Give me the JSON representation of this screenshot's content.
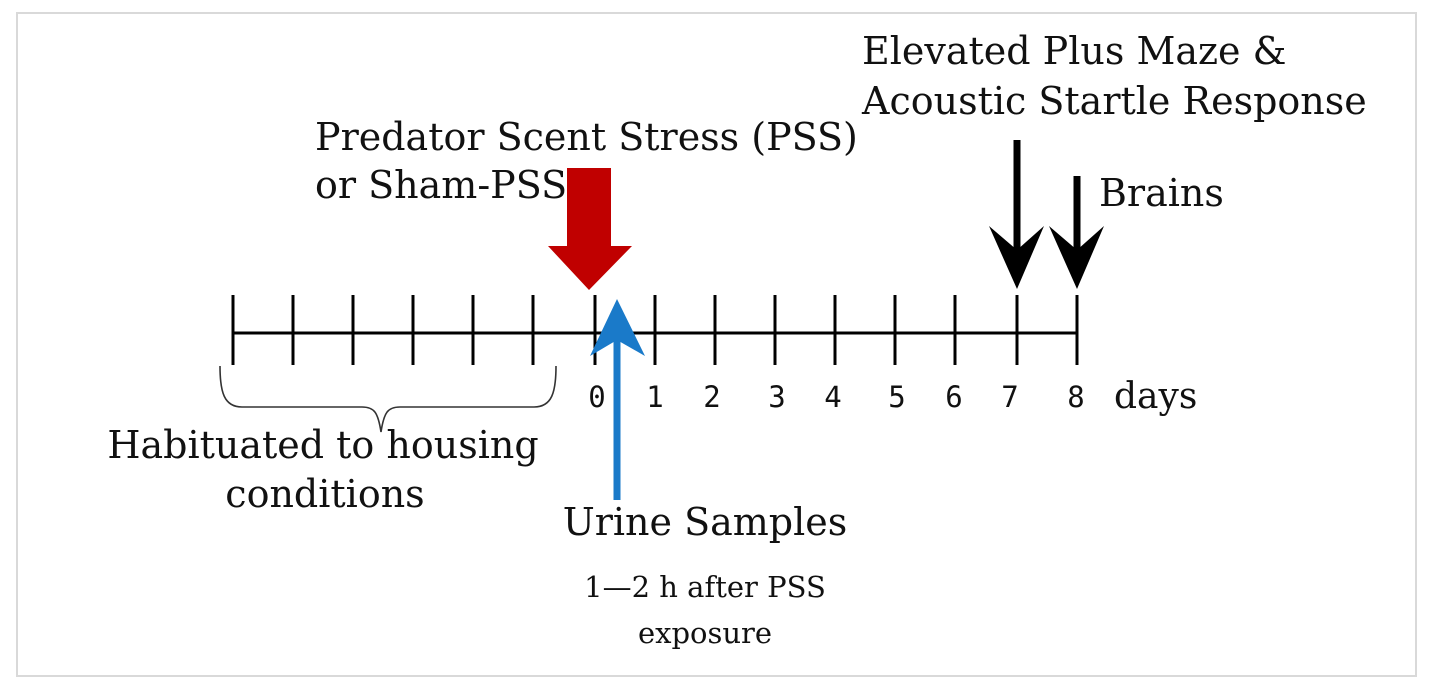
{
  "labels": {
    "epm_line1": "Elevated Plus Maze  &",
    "epm_line2": "Acoustic Startle Response",
    "pss_line1": "Predator Scent Stress (PSS)",
    "pss_line2": "or Sham-PSS",
    "brains": "Brains",
    "unit": "days",
    "habituation_line1": "Habituated to housing",
    "habituation_line2": "conditions",
    "urine_title": "Urine Samples",
    "urine_sub_line1": "1—2 h after PSS",
    "urine_sub_line2": "exposure"
  },
  "timeline": {
    "day_labels": [
      "0",
      "1",
      "2",
      "3",
      "4",
      "5",
      "6",
      "7",
      "8"
    ]
  },
  "colors": {
    "pss_arrow": "#c00000",
    "urine_arrow": "#1a7ac9",
    "axis": "#000000"
  }
}
